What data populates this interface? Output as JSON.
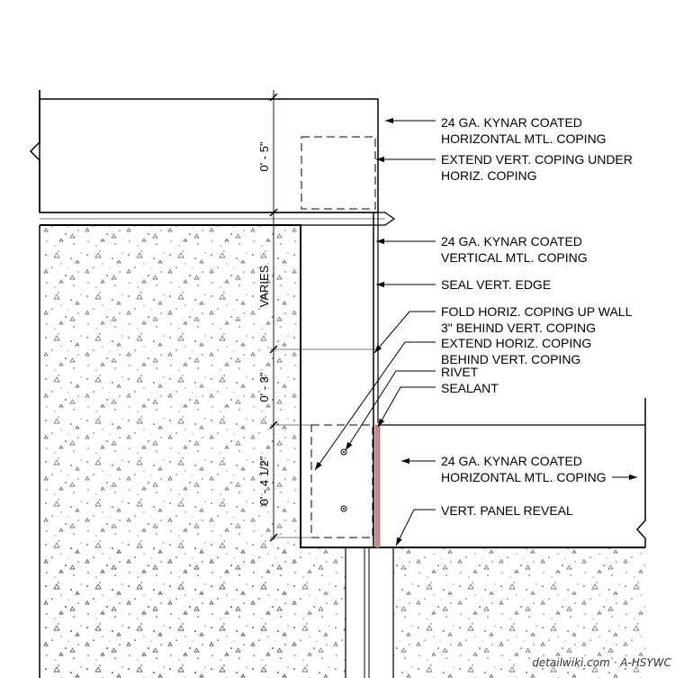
{
  "callouts": [
    {
      "id": "horiz-coping-top",
      "lines": [
        "24 GA. KYNAR COATED",
        "HORIZONTAL MTL. COPING"
      ]
    },
    {
      "id": "extend-vert",
      "lines": [
        "EXTEND VERT. COPING UNDER",
        "HORIZ. COPING"
      ]
    },
    {
      "id": "vert-coping",
      "lines": [
        "24 GA. KYNAR COATED",
        "VERTICAL MTL. COPING"
      ]
    },
    {
      "id": "seal-vert",
      "lines": [
        "SEAL VERT. EDGE"
      ]
    },
    {
      "id": "fold-horiz",
      "lines": [
        "FOLD HORIZ. COPING UP WALL",
        "3\" BEHIND VERT. COPING"
      ]
    },
    {
      "id": "extend-horiz",
      "lines": [
        "EXTEND HORIZ. COPING",
        "BEHIND VERT. COPING"
      ]
    },
    {
      "id": "rivet",
      "lines": [
        "RIVET"
      ]
    },
    {
      "id": "sealant",
      "lines": [
        "SEALANT"
      ]
    },
    {
      "id": "horiz-coping-lower",
      "lines": [
        "24 GA. KYNAR COATED",
        "HORIZONTAL MTL. COPING"
      ]
    },
    {
      "id": "panel-reveal",
      "lines": [
        "VERT. PANEL REVEAL"
      ]
    }
  ],
  "dimensions": [
    {
      "id": "dim-top",
      "label": "0' - 5\""
    },
    {
      "id": "dim-varies",
      "label": "VARIES"
    },
    {
      "id": "dim-3",
      "label": "0' - 3\""
    },
    {
      "id": "dim-4half",
      "label": "0' - 4 1/2\""
    }
  ],
  "credit": "detailwiki.com · A-HSYWC",
  "colors": {
    "line": "#000000",
    "sealant": "#c98a8a",
    "concrete_dots": "#555555"
  }
}
